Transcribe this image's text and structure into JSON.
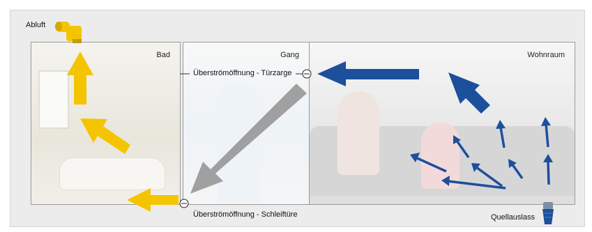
{
  "labels": {
    "exhaust": "Abluft",
    "bath": "Bad",
    "hall": "Gang",
    "living": "Wohnraum",
    "door_frame_vent": "Überströmöffnung - Türzarge",
    "door_gap_vent": "Überströmöffnung - Schleiftüre",
    "source_outlet": "Quellauslass"
  },
  "colors": {
    "exhaust_arrow": "#f5c400",
    "transfer_arrow": "#a0a0a0",
    "supply_arrow": "#1c4f9c",
    "panel_bg": "#ececec",
    "room_border": "#9a9a9a"
  },
  "icons": [
    "duct-elbow-icon",
    "outlet-diffuser-icon",
    "vent-opening-icon"
  ]
}
